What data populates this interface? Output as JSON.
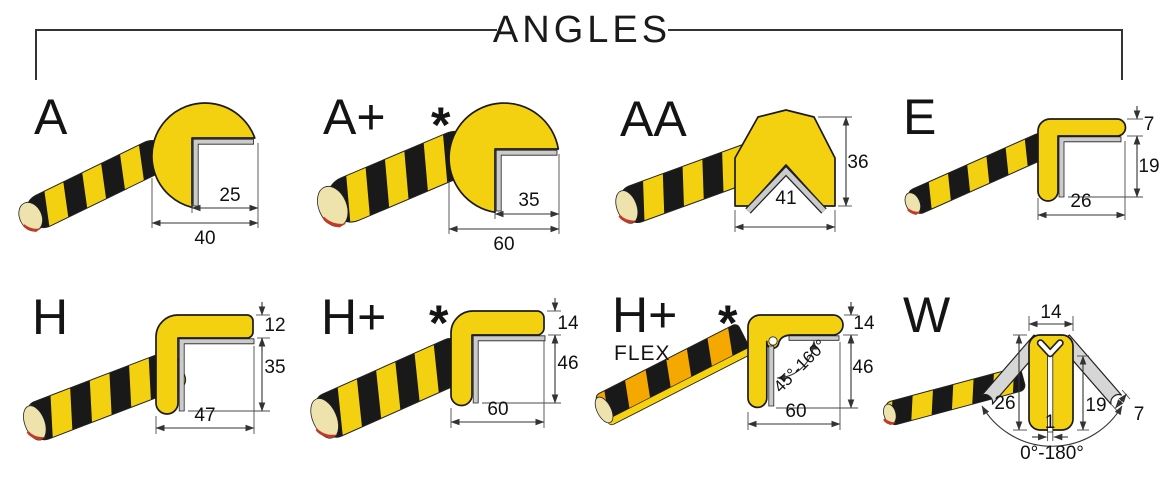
{
  "title": "ANGLES",
  "colors": {
    "profile_yellow": "#f3d111",
    "stripe_black": "#191919",
    "liner_gray": "#cbcbcb",
    "foam_cream": "#eee2ad",
    "foam_red": "#c03a2b",
    "flex_orange": "#f5a800",
    "line_dark": "#2a2a2a"
  },
  "profiles": [
    {
      "id": "A",
      "label": "A",
      "marker": "",
      "dims": [
        "25",
        "40"
      ]
    },
    {
      "id": "A+",
      "label": "A+",
      "marker": "*",
      "dims": [
        "35",
        "60"
      ]
    },
    {
      "id": "AA",
      "label": "AA",
      "marker": "",
      "dims": [
        "41",
        "36"
      ]
    },
    {
      "id": "E",
      "label": "E",
      "marker": "",
      "dims": [
        "7",
        "19",
        "26"
      ]
    },
    {
      "id": "H",
      "label": "H",
      "marker": "",
      "dims": [
        "12",
        "35",
        "47"
      ]
    },
    {
      "id": "H+",
      "label": "H+",
      "marker": "*",
      "dims": [
        "14",
        "46",
        "60"
      ]
    },
    {
      "id": "H+ FLEX",
      "label": "H+",
      "sublabel": "FLEX",
      "marker": "*",
      "dims": [
        "14",
        "46",
        "60"
      ],
      "angle_range": "45°-160°"
    },
    {
      "id": "W",
      "label": "W",
      "marker": "",
      "dims": [
        "14",
        "26",
        "1",
        "19",
        "7"
      ],
      "angle_range": "0°-180°"
    }
  ]
}
